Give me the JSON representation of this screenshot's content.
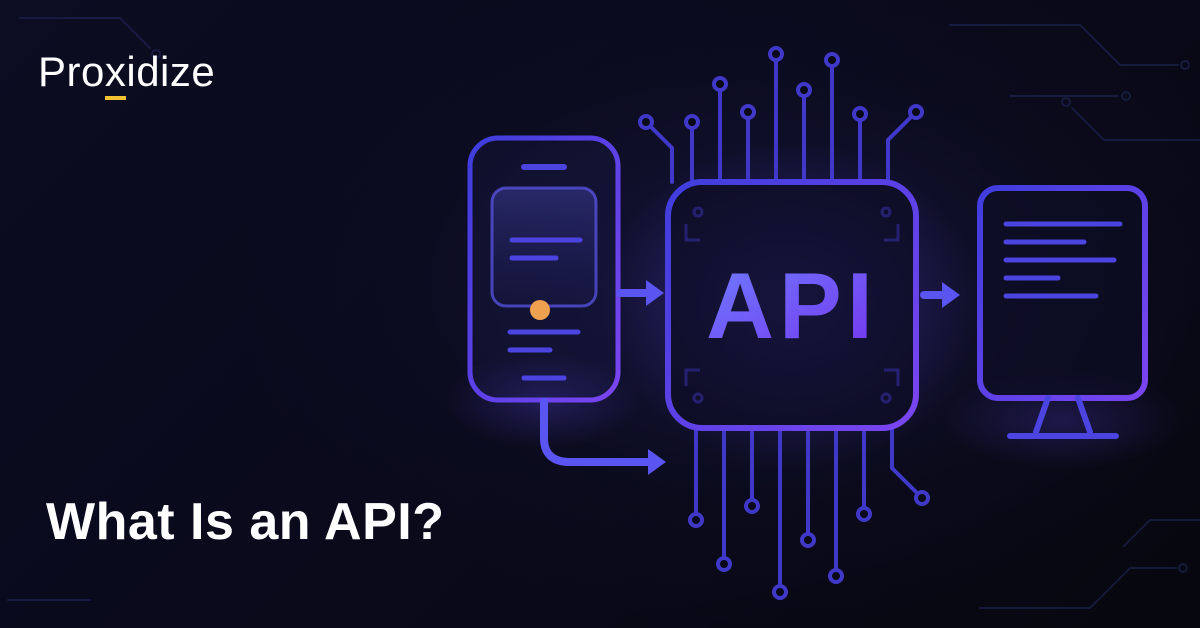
{
  "logo": {
    "pre": "Pro",
    "x": "x",
    "post": "idize"
  },
  "headline": {
    "text": "What Is an API?"
  },
  "diagram": {
    "chip_label": "API"
  },
  "colors": {
    "background": "#0a0a1c",
    "primary_blue": "#4038d8",
    "primary_purple": "#7a45f0",
    "arrow_indigo": "#5a54f0",
    "accent_orange": "#f0a14f",
    "logo_underline_yellow": "#f2c230",
    "text_white": "#ffffff"
  }
}
